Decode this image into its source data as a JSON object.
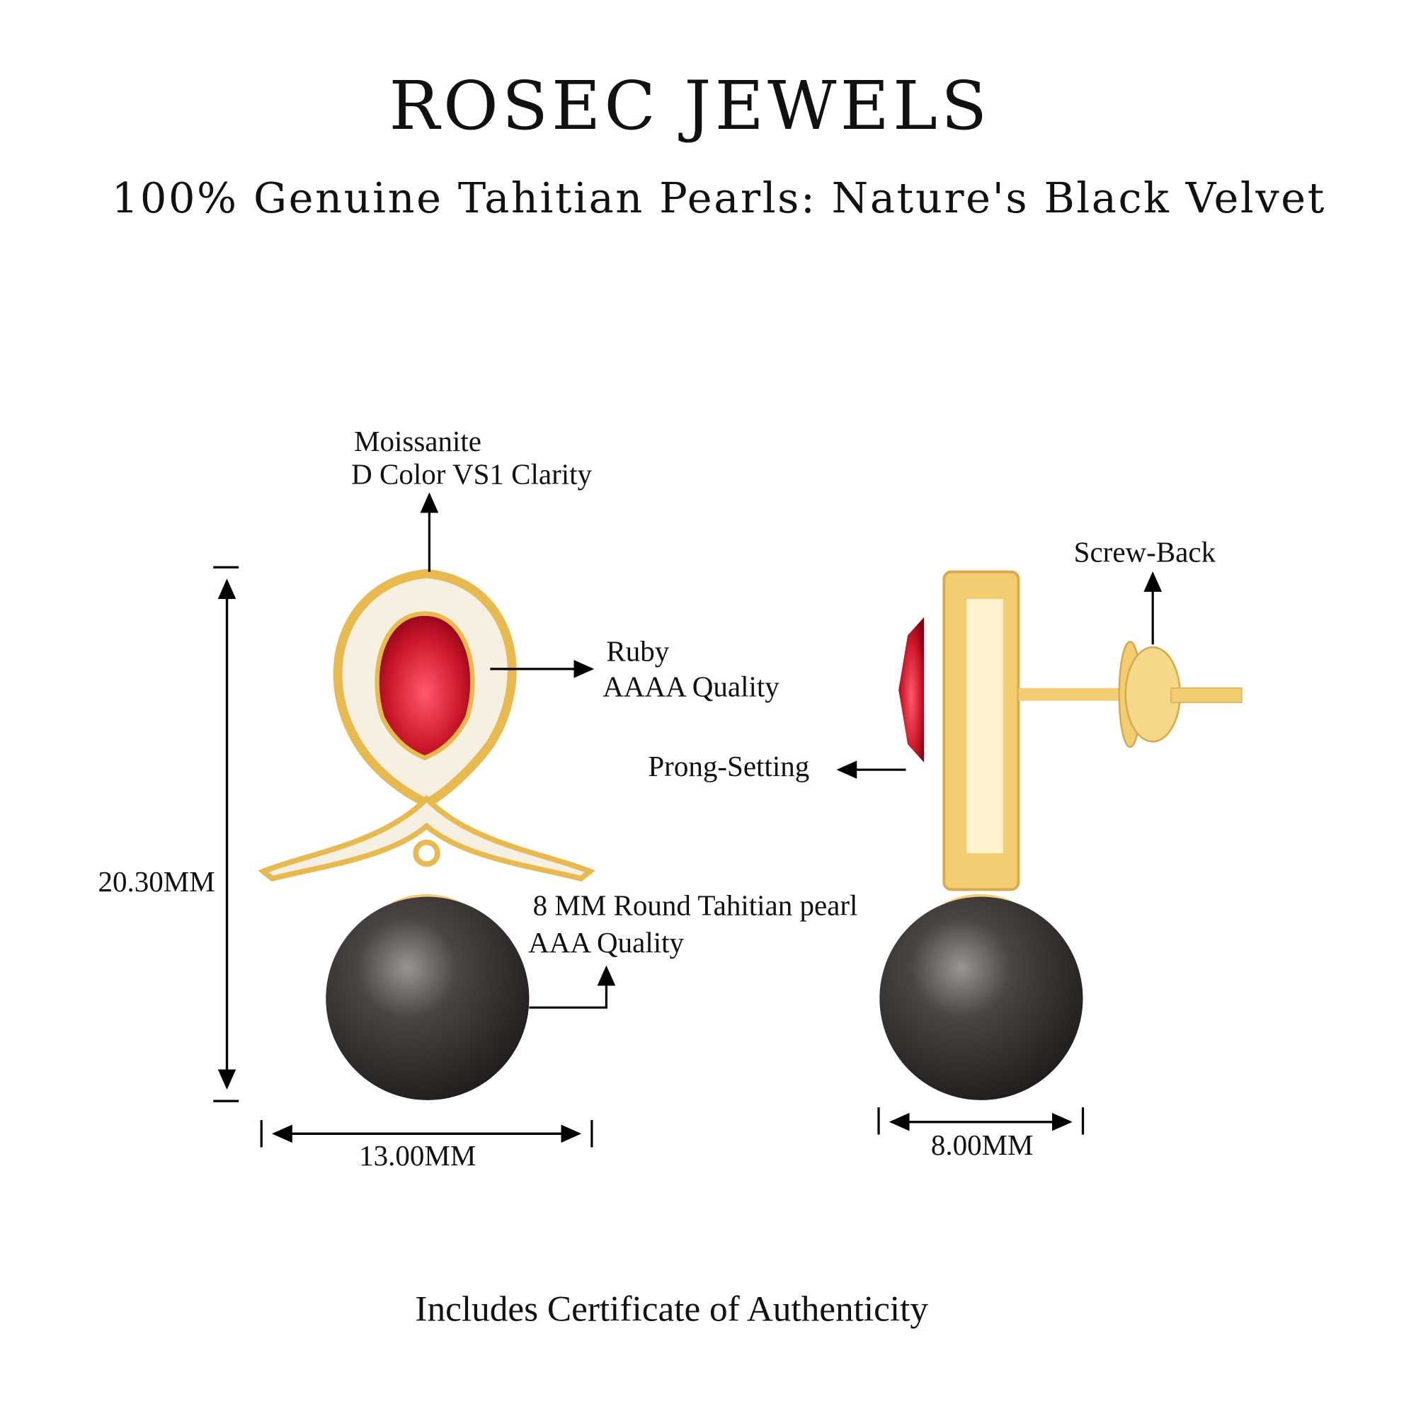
{
  "header": {
    "brand": "ROSEC JEWELS",
    "subtitle": "100% Genuine Tahitian Pearls: Nature's Black Velvet"
  },
  "annotations": {
    "moissanite_line1": "Moissanite",
    "moissanite_line2": "D Color VS1 Clarity",
    "ruby_line1": "Ruby",
    "ruby_line2": "AAAA Quality",
    "pearl_line1": "8 MM Round Tahitian pearl",
    "pearl_line2": "AAA Quality",
    "prong": "Prong-Setting",
    "screw": "Screw-Back"
  },
  "dimensions": {
    "height": "20.30MM",
    "width_front": "13.00MM",
    "width_side": "8.00MM"
  },
  "footer": {
    "note": "Includes Certificate of Authenticity"
  },
  "colors": {
    "gold": "#f2cd72",
    "ruby": "#c8102e",
    "pearl": "#2e2b2a"
  }
}
